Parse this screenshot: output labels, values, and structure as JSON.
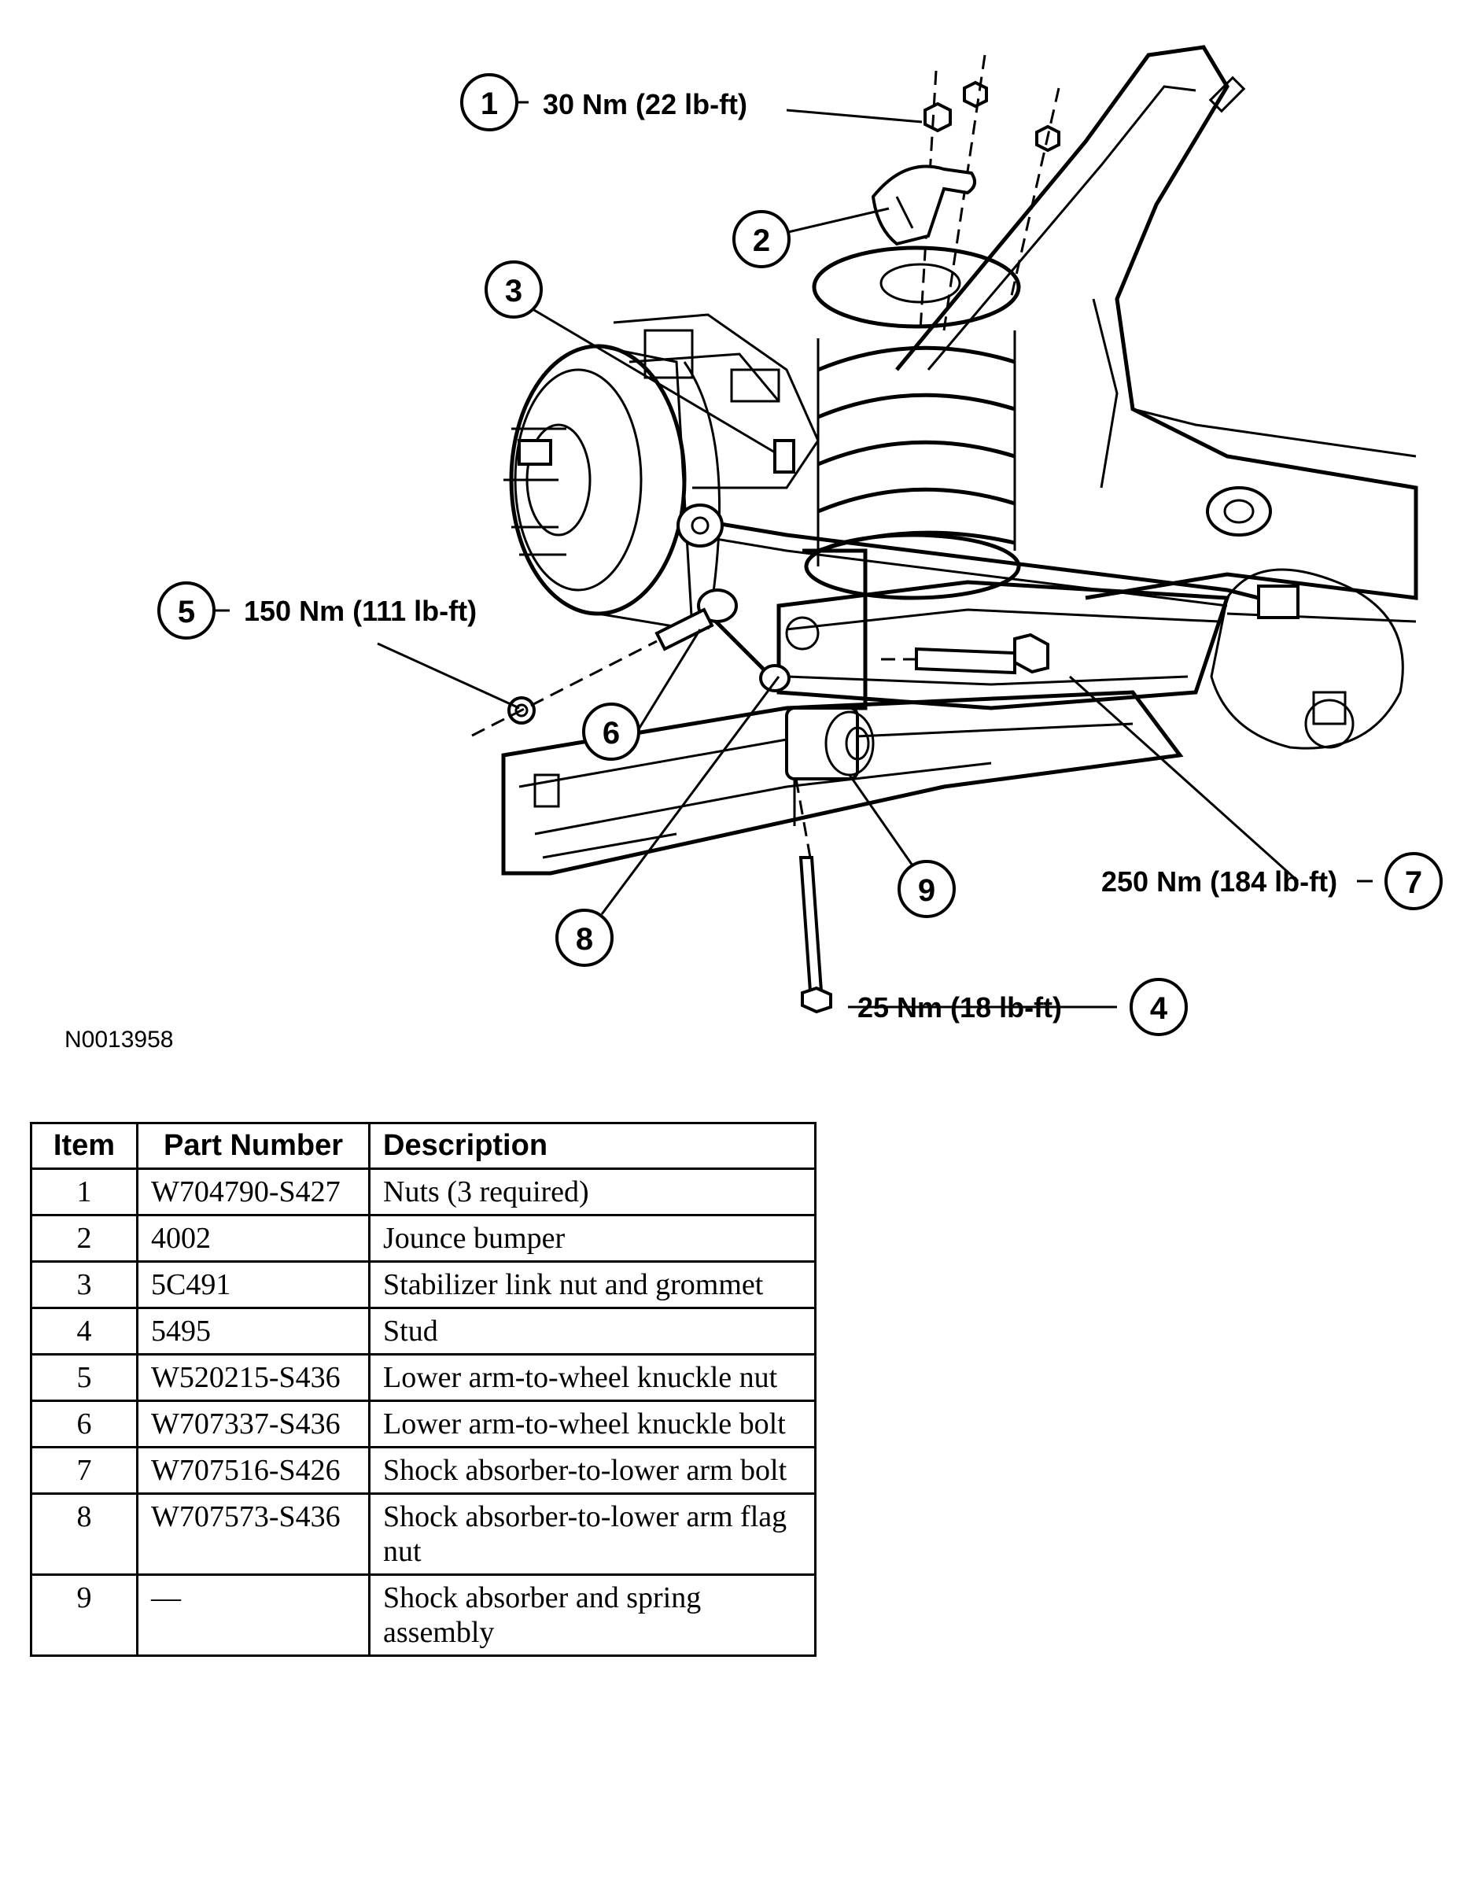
{
  "figure_id": "N0013958",
  "callouts": [
    {
      "num": "1",
      "torque": "30 Nm (22 lb-ft)"
    },
    {
      "num": "2",
      "torque": ""
    },
    {
      "num": "3",
      "torque": ""
    },
    {
      "num": "4",
      "torque": "25 Nm (18 lb-ft)"
    },
    {
      "num": "5",
      "torque": "150 Nm (111 lb-ft)"
    },
    {
      "num": "6",
      "torque": ""
    },
    {
      "num": "7",
      "torque": "250 Nm (184 lb-ft)"
    },
    {
      "num": "8",
      "torque": ""
    },
    {
      "num": "9",
      "torque": ""
    }
  ],
  "table": {
    "headers": {
      "item": "Item",
      "part": "Part Number",
      "desc": "Description"
    },
    "rows": [
      {
        "item": "1",
        "part": "W704790-S427",
        "desc": "Nuts (3 required)"
      },
      {
        "item": "2",
        "part": "4002",
        "desc": "Jounce bumper"
      },
      {
        "item": "3",
        "part": "5C491",
        "desc": "Stabilizer link nut and grommet"
      },
      {
        "item": "4",
        "part": "5495",
        "desc": "Stud"
      },
      {
        "item": "5",
        "part": "W520215-S436",
        "desc": "Lower arm-to-wheel knuckle nut"
      },
      {
        "item": "6",
        "part": "W707337-S436",
        "desc": "Lower arm-to-wheel knuckle bolt"
      },
      {
        "item": "7",
        "part": "W707516-S426",
        "desc": "Shock absorber-to-lower arm bolt"
      },
      {
        "item": "8",
        "part": "W707573-S436",
        "desc": "Shock absorber-to-lower arm flag nut"
      },
      {
        "item": "9",
        "part": "—",
        "desc": "Shock absorber and spring assembly"
      }
    ]
  }
}
